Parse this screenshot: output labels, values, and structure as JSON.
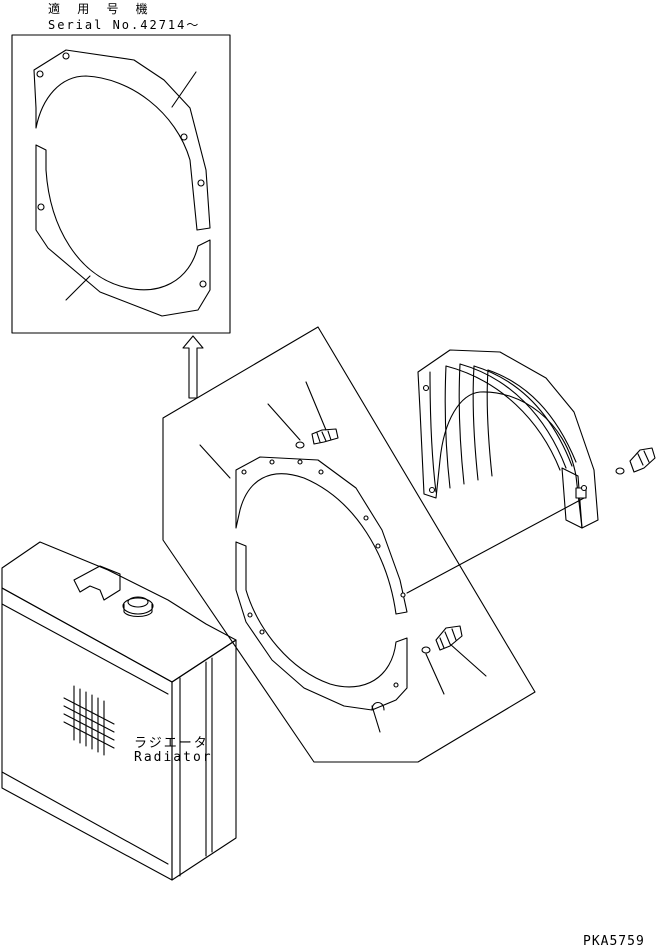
{
  "applicability": {
    "label_jp": "適 用 号 機",
    "label_en": "Serial No.42714～"
  },
  "radiator": {
    "label_jp": "ラジエータ",
    "label_en": "Radiator"
  },
  "drawing_code": "PKA5759"
}
